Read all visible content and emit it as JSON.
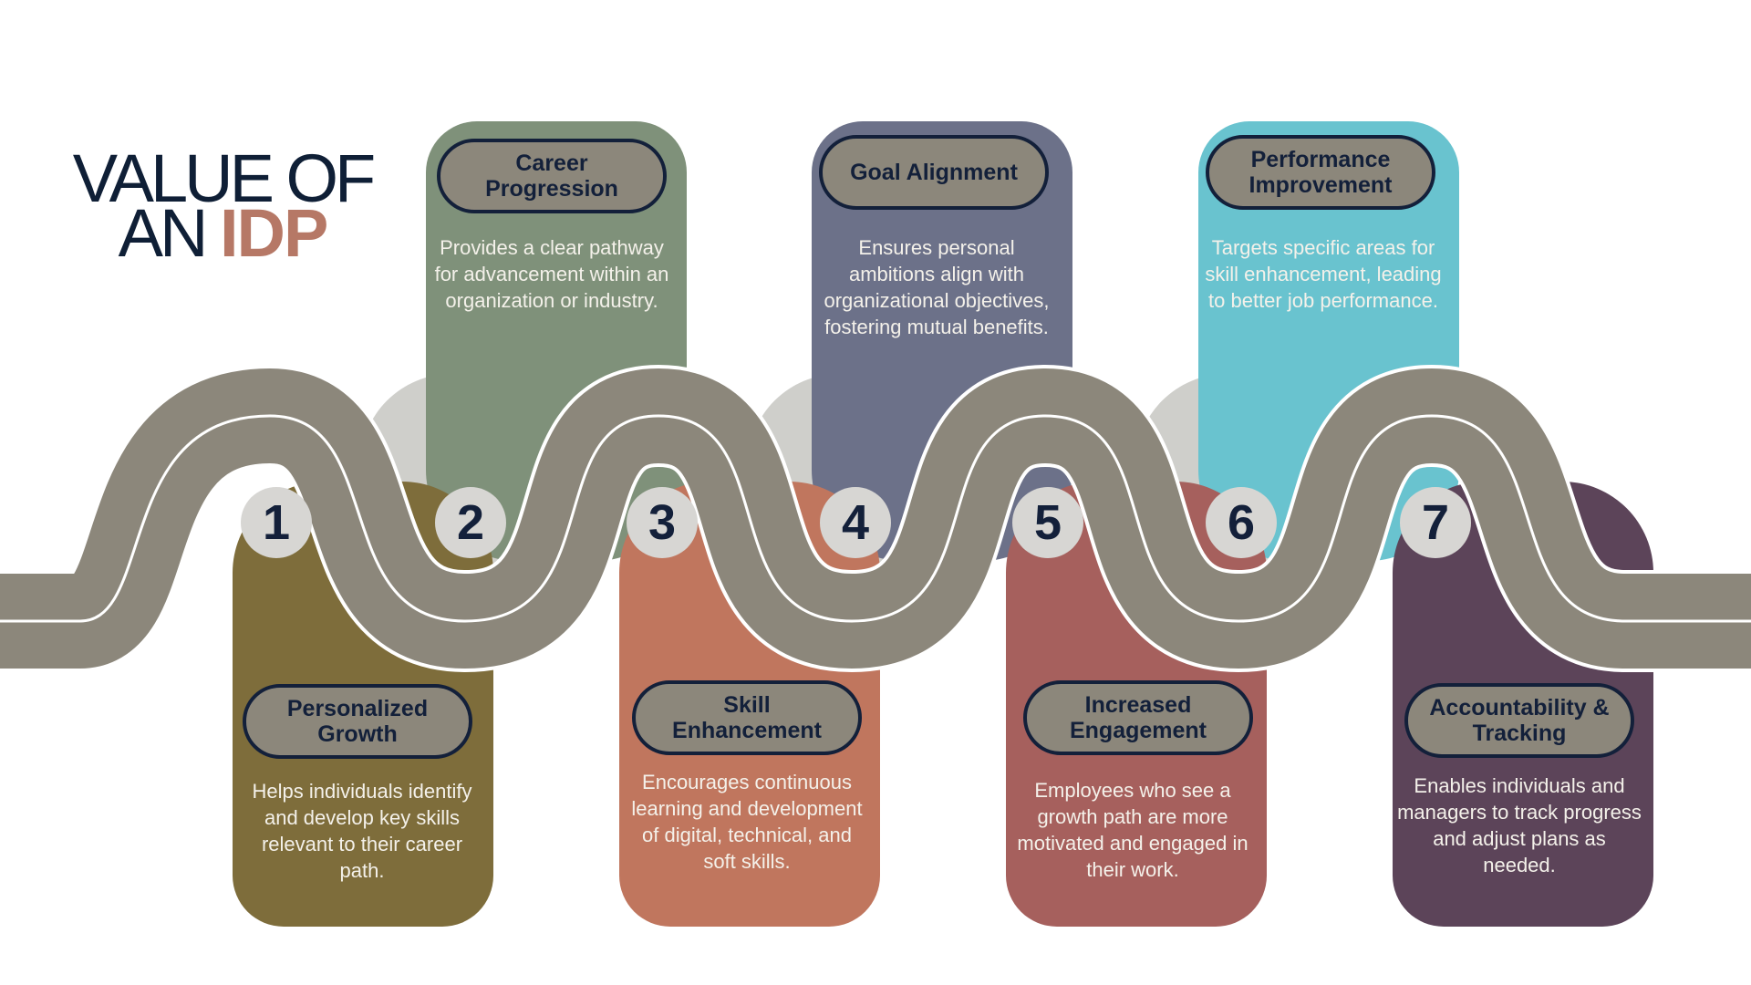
{
  "title": {
    "line1": "VALUE OF",
    "line2_prefix": "AN ",
    "line2_accent": "IDP"
  },
  "colors": {
    "navy": "#13203a",
    "accent": "#b67866",
    "road": "#8c877b",
    "badge": "#d7d6d3",
    "halo": "#cfcfcb"
  },
  "steps": [
    {
      "number": "1",
      "title": "Personalized Growth",
      "description": "Helps individuals identify and develop key skills relevant to their career path.",
      "color": "#7e6d3b"
    },
    {
      "number": "2",
      "title": "Career Progression",
      "description": "Provides a clear pathway for advancement within an organization or industry.",
      "color": "#7f917a"
    },
    {
      "number": "3",
      "title": "Skill Enhancement",
      "description": "Encourages continuous learning and development of digital, technical, and soft skills.",
      "color": "#c0765e"
    },
    {
      "number": "4",
      "title": "Goal Alignment",
      "description": "Ensures personal ambitions align with organizational objectives, fostering mutual benefits.",
      "color": "#6c7189"
    },
    {
      "number": "5",
      "title": "Increased Engagement",
      "description": "Employees who see a growth path are more motivated and engaged in their work.",
      "color": "#a6605d"
    },
    {
      "number": "6",
      "title": "Performance Improvement",
      "description": "Targets specific areas for skill enhancement, leading to better job performance.",
      "color": "#69c3cf"
    },
    {
      "number": "7",
      "title": "Accountability & Tracking",
      "description": "Enables individuals and managers to track progress and adjust plans as needed.",
      "color": "#5c4459"
    }
  ]
}
